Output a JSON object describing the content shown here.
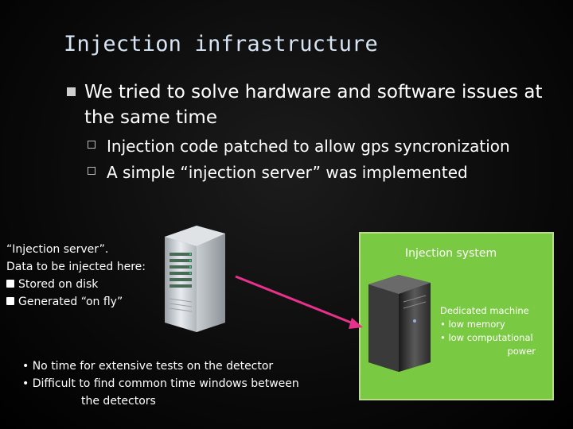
{
  "slide": {
    "title": "Injection infrastructure",
    "bullet": "We tried to solve hardware and software issues at the same time",
    "subbullets": [
      "Injection code patched to allow gps syncronization",
      "A simple “injection server” was implemented"
    ],
    "server_caption": {
      "line1": "“Injection server”.",
      "line2": "Data to be injected here:",
      "items": [
        "Stored on disk",
        "Generated “on fly”"
      ]
    },
    "notes": {
      "line1": "• No time for extensive tests on the detector",
      "line2": "• Difficult to find common time windows between",
      "line3": "the detectors"
    },
    "injection_system": {
      "title": "Injection system",
      "lines": [
        "Dedicated machine",
        "• low memory",
        "• low computational",
        "power"
      ]
    },
    "colors": {
      "green_box": "#7ac943",
      "arrow": "#e8318a",
      "title": "#d6e4f4"
    },
    "icons": [
      "server-tower-icon",
      "black-server-tower-icon",
      "arrow-icon"
    ]
  }
}
